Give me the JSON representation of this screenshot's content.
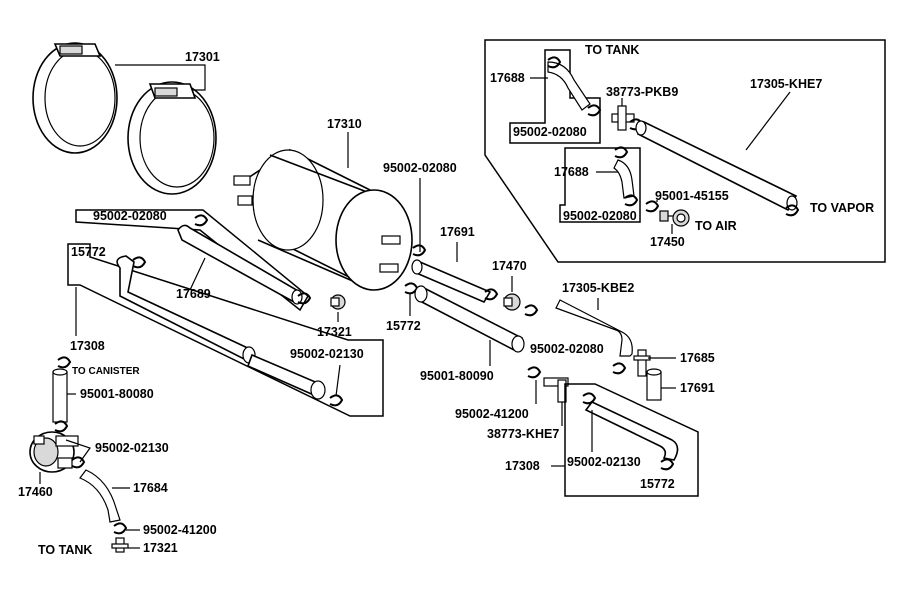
{
  "diagram": {
    "labels": {
      "p17301": "17301",
      "p17310": "17310",
      "p95002_02080_a": "95002-02080",
      "p95002_02080_b": "95002-02080",
      "p17689": "17689",
      "p17321_a": "17321",
      "p15772_a": "15772",
      "p17308_a": "17308",
      "p95002_02130_a": "95002-02130",
      "p17691_a": "17691",
      "p17470": "17470",
      "p15772_b": "15772",
      "p95001_80090": "95001-80090",
      "p17305_kbe2": "17305-KBE2",
      "p95002_02080_c": "95002-02080",
      "p17685": "17685",
      "p17691_b": "17691",
      "p95002_41200_a": "95002-41200",
      "p38773_khe7": "38773-KHE7",
      "p17308_b": "17308",
      "p95002_02130_b": "95002-02130",
      "p15772_c": "15772",
      "to_canister": "TO CANISTER",
      "p95001_80080": "95001-80080",
      "p95002_02130_c": "95002-02130",
      "p17460": "17460",
      "p17684": "17684",
      "p95002_41200_b": "95002-41200",
      "to_tank_bottom": "TO TANK",
      "p17321_b": "17321",
      "to_tank_top": "TO TANK",
      "p17688_a": "17688",
      "p38773_pkb9": "38773-PKB9",
      "p17305_khe7": "17305-KHE7",
      "p95002_02080_d": "95002-02080",
      "p17688_b": "17688",
      "p95001_45155": "95001-45155",
      "p95002_02080_e": "95002-02080",
      "to_vapor": "TO VAPOR",
      "to_air": "TO AIR",
      "p17450": "17450"
    }
  }
}
